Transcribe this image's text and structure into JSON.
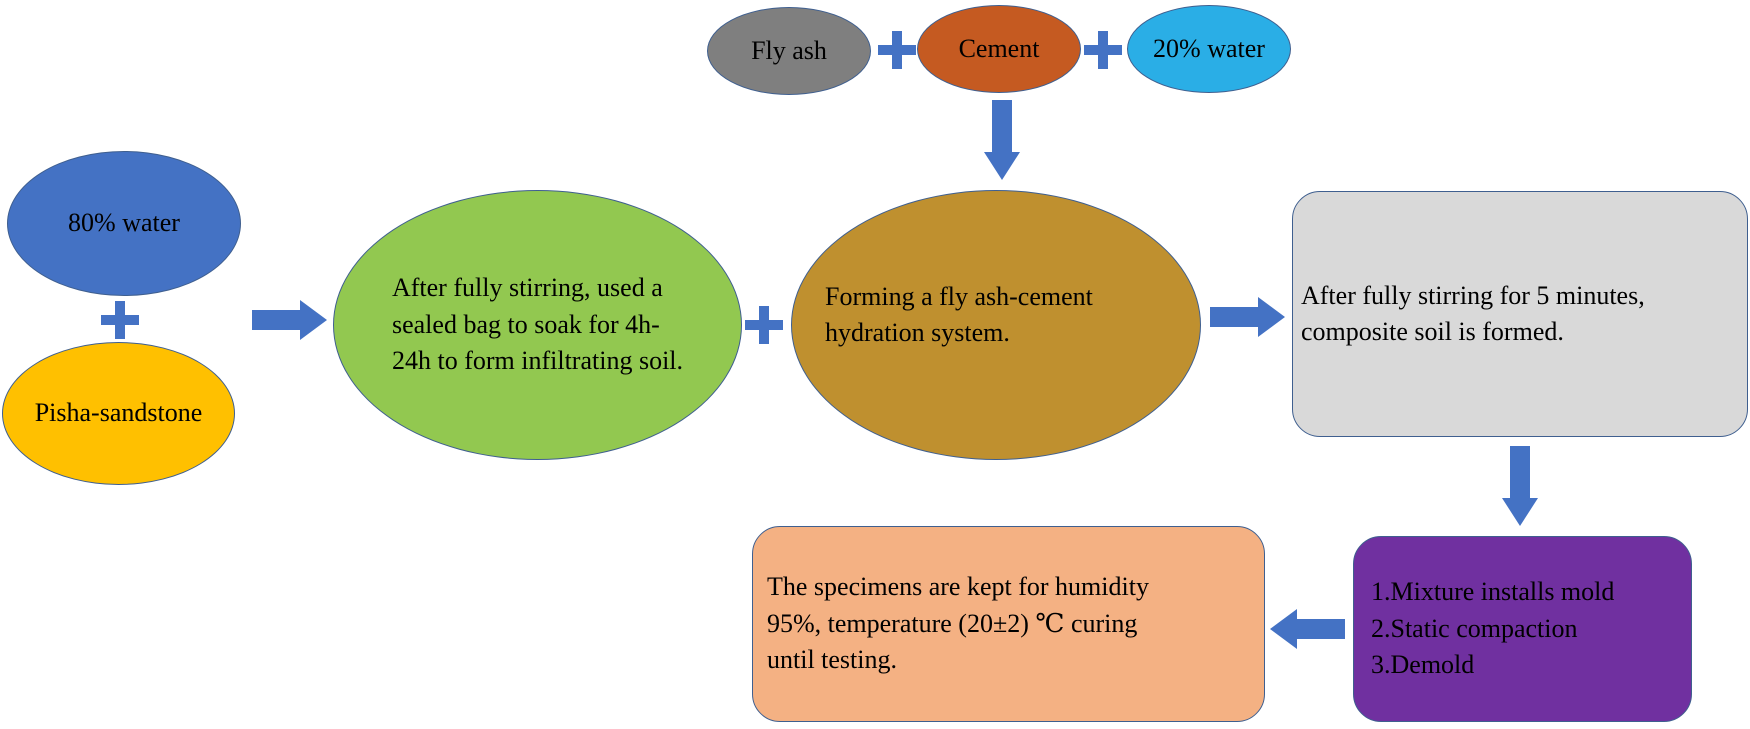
{
  "colors": {
    "fly_ash": "#7f7f7f",
    "cement": "#c55a21",
    "water20": "#2aaee6",
    "water80": "#4472c4",
    "pisha": "#ffc000",
    "infiltrating": "#92c850",
    "hydration": "#bf902f",
    "composite": "#d9d9d9",
    "mold": "#7030a0",
    "curing": "#f4b183",
    "arrow": "#4472c4"
  },
  "nodes": {
    "fly_ash": "Fly ash",
    "cement": "Cement",
    "water20": "20% water",
    "water80": "80% water",
    "pisha": "Pisha-sandstone",
    "infiltrating": [
      "After fully stirring, used a",
      "sealed bag to soak for 4h-",
      "24h to form infiltrating soil."
    ],
    "hydration": [
      "Forming a fly ash-cement",
      "hydration system."
    ],
    "composite": [
      "After fully stirring for 5 minutes,",
      "composite soil is formed."
    ],
    "mold": [
      "1.Mixture installs mold",
      "2.Static compaction",
      "3.Demold"
    ],
    "curing": [
      "The specimens are kept for humidity",
      "95%, temperature (20±2) ℃ curing",
      "until testing."
    ]
  }
}
